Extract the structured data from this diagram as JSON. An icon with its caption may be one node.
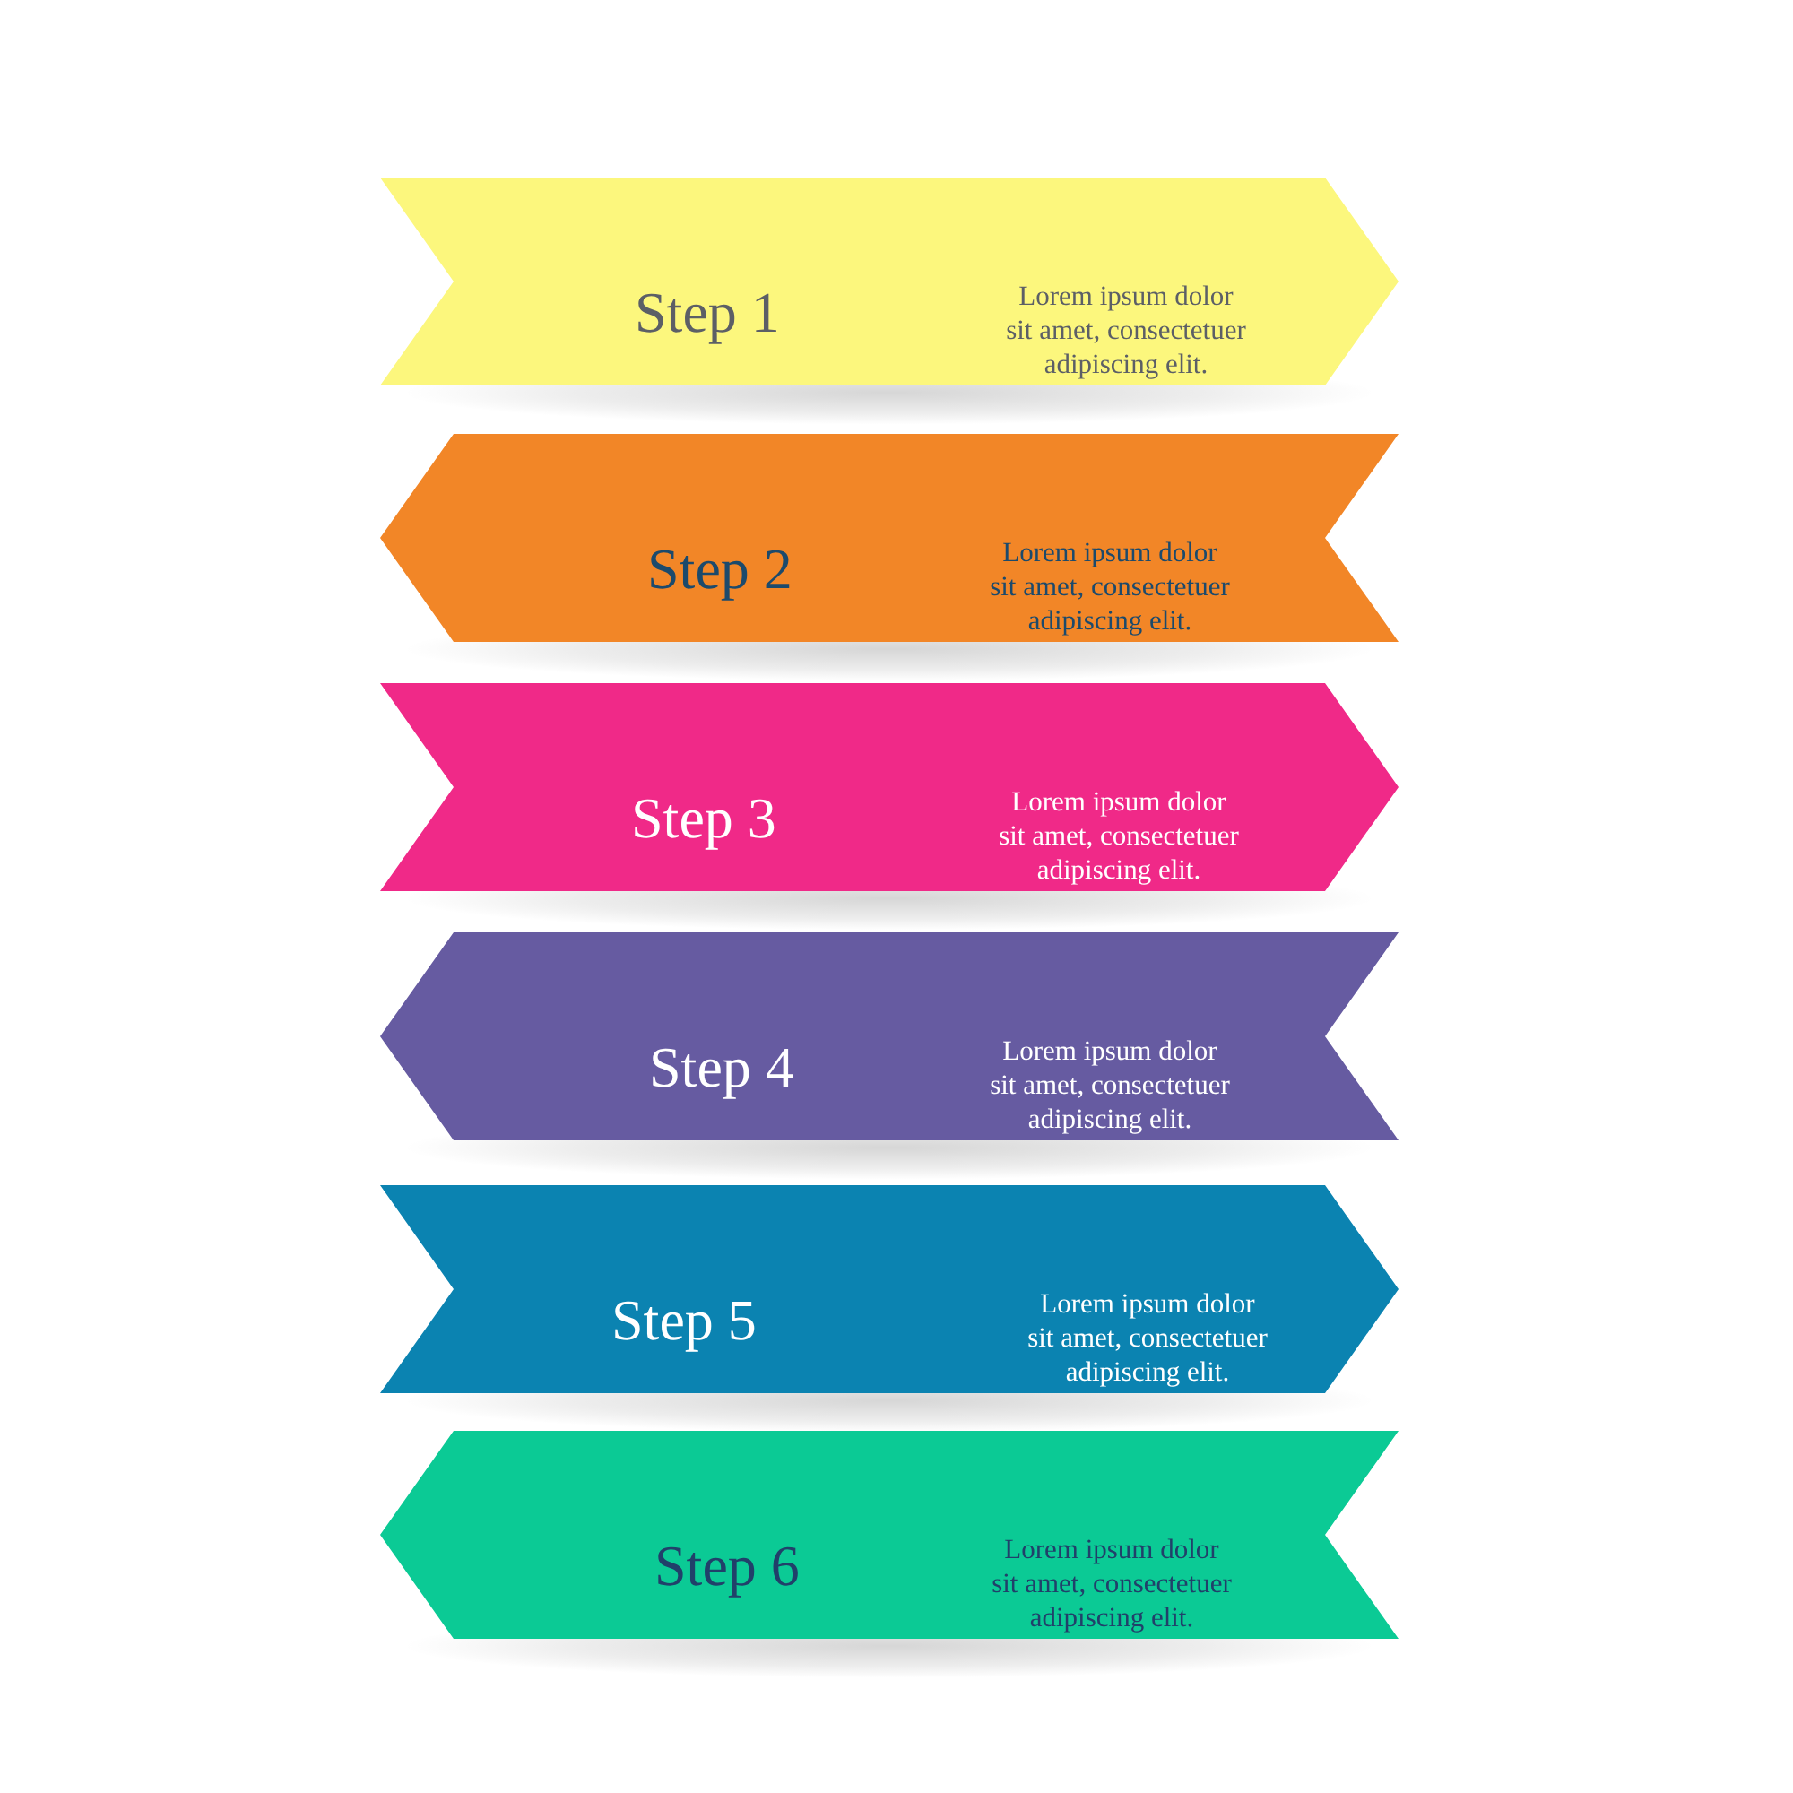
{
  "diagram": {
    "nodes": [
      {
        "text": [
          "Step 1",
          "Lorem ipsum dolor sit amet, consectetuer adipiscing elit."
        ]
      },
      {
        "text": [
          "Step 2",
          "Lorem ipsum dolor sit amet, consectetuer adipiscing elit."
        ]
      },
      {
        "text": [
          "Step 3",
          "Lorem ipsum dolor sit amet, consectetuer adipiscing elit."
        ]
      },
      {
        "text": [
          "Step 4",
          "Lorem ipsum dolor sit amet, consectetuer adipiscing elit."
        ]
      },
      {
        "text": [
          "Step 5",
          "Lorem ipsum dolor sit amet, consectetuer adipiscing elit."
        ]
      },
      {
        "text": [
          "Step 6",
          "Lorem ipsum dolor sit amet, consectetuer adipiscing elit."
        ]
      }
    ]
  }
}
